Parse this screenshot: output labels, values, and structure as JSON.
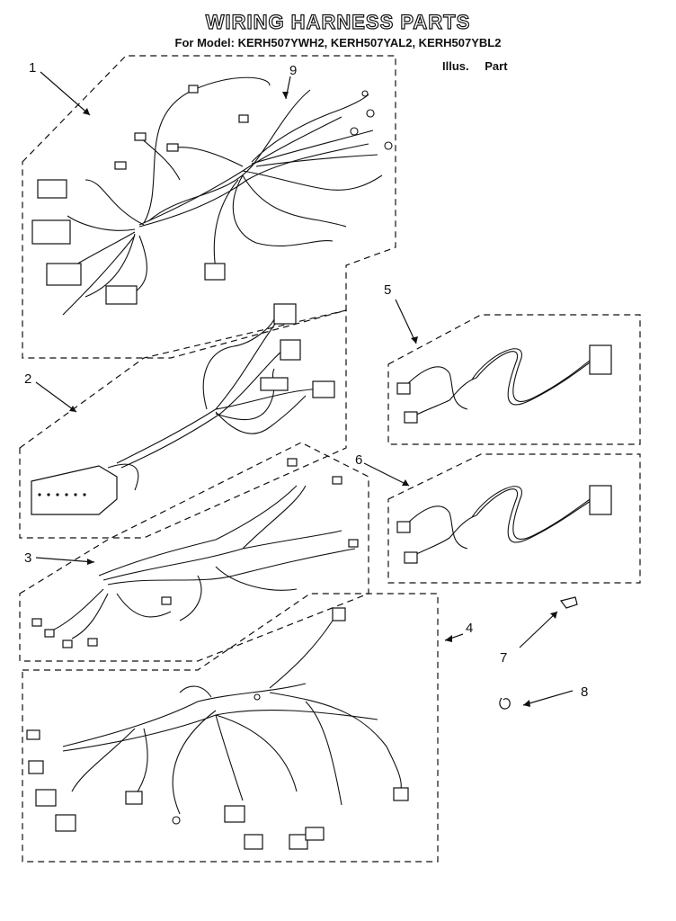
{
  "header": {
    "title": "WIRING HARNESS PARTS",
    "models": "For Model: KERH507YWH2, KERH507YAL2, KERH507YBL2",
    "col_illus": "Illus.",
    "col_part": "Part"
  },
  "callouts": [
    "1",
    "2",
    "3",
    "4",
    "5",
    "6",
    "7",
    "8",
    "9"
  ]
}
